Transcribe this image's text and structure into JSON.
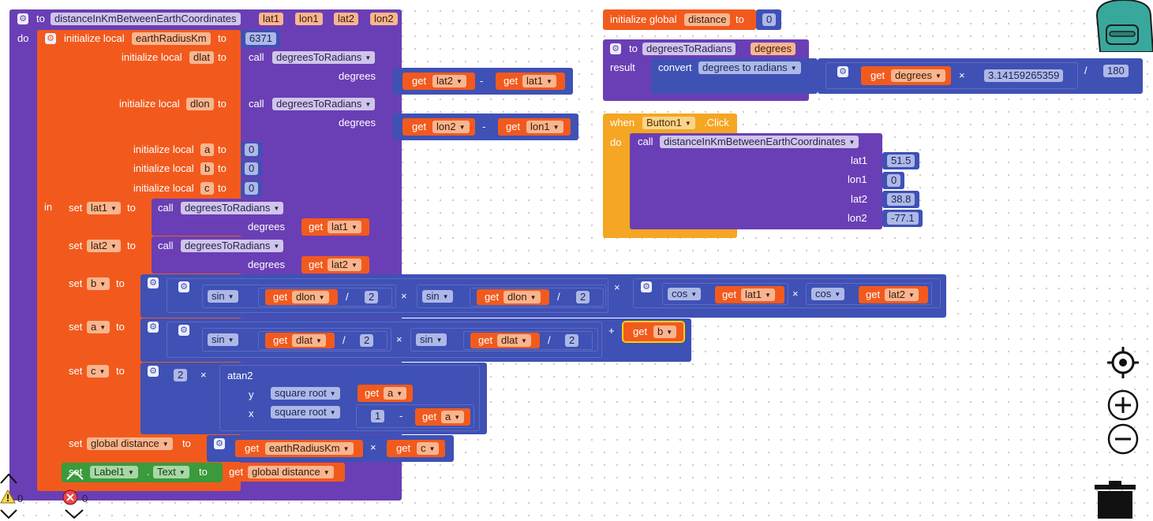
{
  "proc1": {
    "to": "to",
    "name": "distanceInKmBetweenEarthCoordinates",
    "params": [
      "lat1",
      "lon1",
      "lat2",
      "lon2"
    ],
    "do": "do",
    "in": "in",
    "init_local": "initialize local",
    "to_kw": "to",
    "earth_radius_var": "earthRadiusKm",
    "earth_radius_val": "6371",
    "dlat_var": "dlat",
    "dlon_var": "dlon",
    "a_var": "a",
    "b_var": "b",
    "c_var": "c",
    "zero": "0",
    "call": "call",
    "fn_deg": "degreesToRadians",
    "degrees_arg": "degrees",
    "get": "get",
    "minus": "-",
    "times": "×",
    "divide": "/",
    "plus": "+",
    "two": "2",
    "one": "1",
    "set": "set",
    "sin": "sin",
    "cos": "cos",
    "atan2": "atan2",
    "y": "y",
    "x": "x",
    "sqrt": "square root",
    "global_distance": "global distance",
    "label_comp": "Label1",
    "text_prop": "Text",
    "dot": "."
  },
  "global_init": {
    "label": "initialize global",
    "var": "distance",
    "to": "to",
    "value": "0"
  },
  "proc2": {
    "to": "to",
    "name": "degreesToRadians",
    "param": "degrees",
    "result": "result",
    "convert": "convert",
    "convert_op": "degrees to radians",
    "get": "get",
    "var": "degrees",
    "times": "×",
    "pi": "3.14159265359",
    "divide": "/",
    "divisor": "180"
  },
  "event": {
    "when": "when",
    "component": "Button1",
    "event": ".Click",
    "do": "do",
    "call": "call",
    "proc": "distanceInKmBetweenEarthCoordinates",
    "args": [
      {
        "name": "lat1",
        "value": "51.5"
      },
      {
        "name": "lon1",
        "value": "0"
      },
      {
        "name": "lat2",
        "value": "38.8"
      },
      {
        "name": "lon2",
        "value": "-77.1"
      }
    ]
  },
  "status": {
    "warnings": "0",
    "errors": "0"
  },
  "colors": {
    "procedure": "#6a3fb5",
    "variable": "#f25a1d",
    "math": "#3f51b5",
    "control": "#f5a623",
    "component": "#3b9a3b"
  }
}
